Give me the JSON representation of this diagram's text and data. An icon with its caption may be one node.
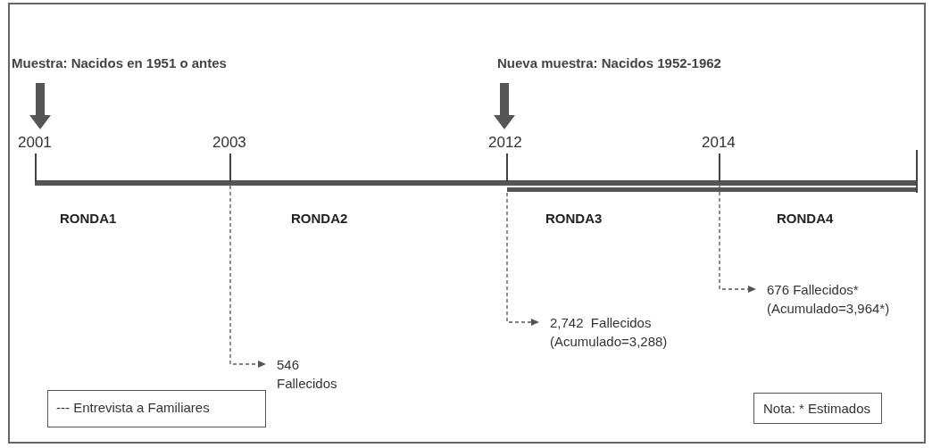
{
  "diagram": {
    "nodes": [
      {
        "text": [
          "Muestra: Nacidos en 1951 o antes"
        ]
      },
      {
        "text": [
          "2001"
        ]
      },
      {
        "text": [
          "Nueva muestra: Nacidos 1952-1962"
        ]
      },
      {
        "text": [
          "2012"
        ]
      },
      {
        "text": [
          "546 Fallecidos"
        ]
      },
      {
        "text": [
          "2,742  Fallecidos",
          "(Acumulado=3,288)"
        ]
      },
      {
        "text": [
          "676 Fallecidos*",
          "(Acumulado=3,964*)"
        ]
      },
      {
        "text": [
          "Nota: * Estimados"
        ]
      }
    ],
    "edges": [
      {
        "from": 0,
        "to": 1,
        "arrow": "to",
        "style": "thick"
      },
      {
        "from": 2,
        "to": 3,
        "arrow": "to",
        "style": "thick"
      },
      {
        "from": null,
        "to": 4,
        "arrow": "to",
        "style": "dashed"
      },
      {
        "from": null,
        "to": 5,
        "arrow": "to",
        "style": "dashed"
      },
      {
        "from": null,
        "to": 6,
        "arrow": "to",
        "style": "dashed"
      }
    ],
    "labels": [
      "2003",
      "2014",
      "RONDA1",
      "RONDA2",
      "RONDA3",
      "RONDA4"
    ],
    "legend": [
      {
        "text": "--- Entrevista a Familiares"
      }
    ]
  }
}
